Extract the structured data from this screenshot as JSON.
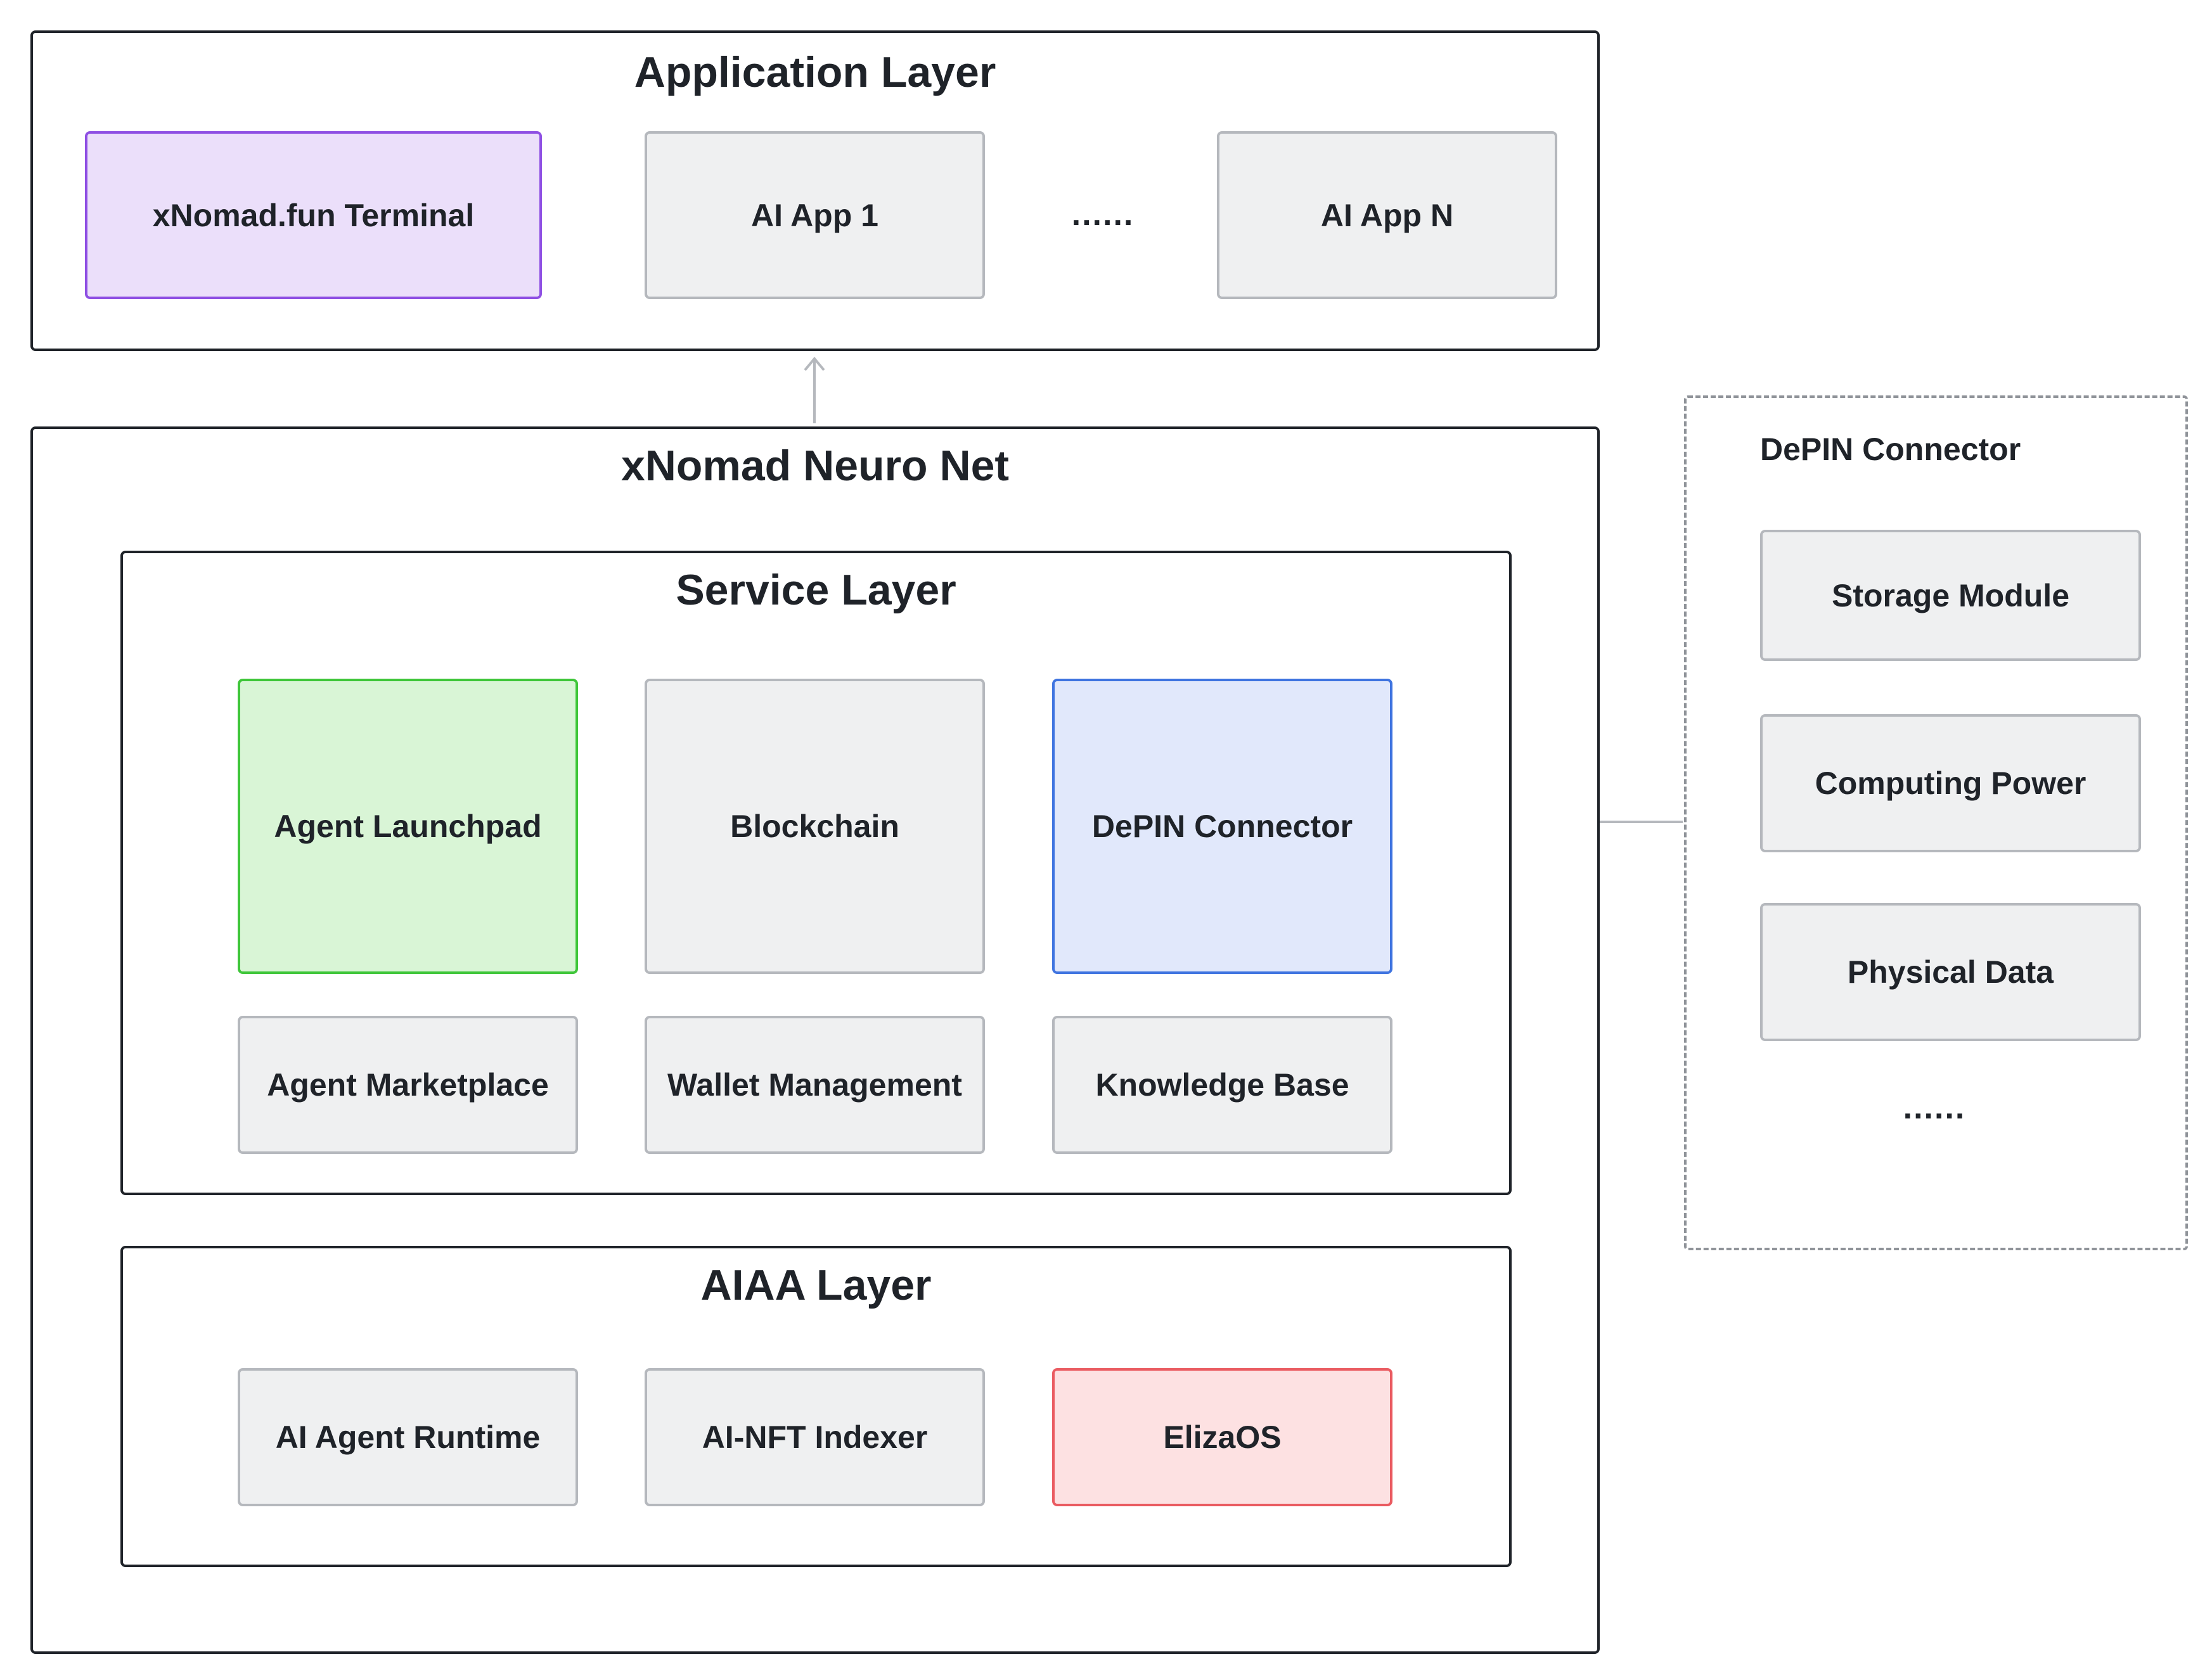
{
  "application_layer": {
    "title": "Application Layer",
    "items": [
      "xNomad.fun Terminal",
      "AI App 1",
      "AI App N"
    ],
    "ellipsis": "......"
  },
  "neuro_net": {
    "title": "xNomad Neuro Net",
    "service_layer": {
      "title": "Service Layer",
      "items": [
        "Agent Launchpad",
        "Blockchain",
        "DePIN Connector",
        "Agent Marketplace",
        "Wallet Management",
        "Knowledge Base"
      ]
    },
    "aiaa_layer": {
      "title": "AIAA Layer",
      "items": [
        "AI Agent Runtime",
        "AI-NFT Indexer",
        "ElizaOS"
      ]
    }
  },
  "depin_panel": {
    "title": "DePIN Connector",
    "items": [
      "Storage Module",
      "Computing Power",
      "Physical Data"
    ],
    "ellipsis": "......"
  },
  "colors": {
    "terminal": "#ebdffa",
    "launchpad": "#d9f5d6",
    "depin_connector": "#e1e8fb",
    "elizaos": "#fde1e2",
    "default_box": "#eff0f1"
  }
}
